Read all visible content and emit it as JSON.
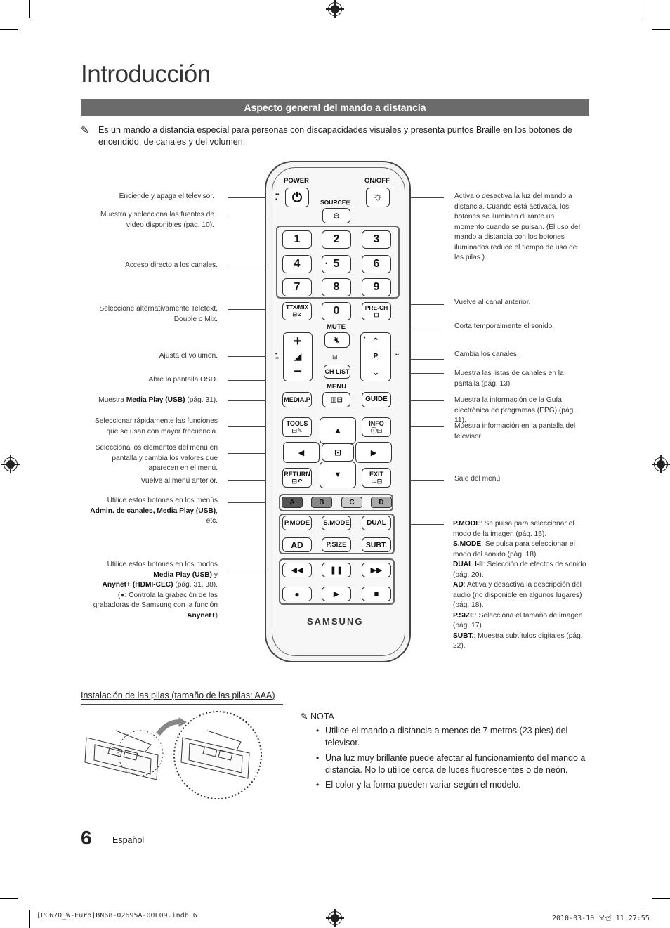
{
  "page_title": "Introducción",
  "section_header": "Aspecto general del mando a distancia",
  "intro_text": "Es un mando a distancia especial para personas con discapacidades visuales y presenta puntos Braille en los botones de encendido, de canales y del volumen.",
  "left_labels": {
    "power": "Enciende y apaga el televisor.",
    "source": "Muestra y selecciona las fuentes de vídeo disponibles (pág. 10).",
    "channels_direct": "Acceso directo a los canales.",
    "ttx": "Seleccione alternativamente Teletext, Double o Mix.",
    "volume": "Ajusta el volumen.",
    "osd": "Abre la pantalla OSD.",
    "mediap_pre": "Muestra ",
    "mediap_bold": "Media Play (USB)",
    "mediap_post": " (pág. 31).",
    "tools": "Seleccionar rápidamente las funciones que se usan con mayor frecuencia.",
    "arrows": "Selecciona los elementos del menú en pantalla y cambia los valores que aparecen en el menú.",
    "return": "Vuelve al menú anterior.",
    "color_pre": "Utilice estos botones en los menús",
    "color_bold": "Admin. de canales, Media Play (USB)",
    "color_post": "etc.",
    "media_l1": "Utilice estos botones en los modos",
    "media_l2": "Media Play (USB)",
    "media_l2b": " y",
    "media_l3": "Anynet+ (HDMI-CEC)",
    "media_l3b": " (pág. 31, 38).",
    "media_l4": "(●: Controla la grabación de las",
    "media_l5": "grabadoras de Samsung con la función",
    "media_l6": "Anynet+",
    "media_l6b": ")"
  },
  "right_labels": {
    "onoff": "Activa o desactiva la luz del mando a distancia. Cuando está activada, los botones se iluminan durante un momento cuando se pulsan. (El uso del mando a distancia con los botones iluminados reduce el tiempo de uso de las pilas.)",
    "prech": "Vuelve al canal anterior.",
    "mute": "Corta temporalmente el sonido.",
    "ch": "Cambia los canales.",
    "chlist": "Muestra las listas de canales en la pantalla (pág. 13).",
    "guide": "Muestra la información de la Guía electrónica de programas (EPG) (pág. 11).",
    "info": "Muestra información en la pantalla del televisor.",
    "exit": "Sale del menú.",
    "pmode_b": "P.MODE",
    "pmode": ": Se pulsa para seleccionar el modo de la imagen (pág. 16).",
    "smode_b": "S.MODE",
    "smode": ": Se pulsa para seleccionar el modo del sonido (pág. 18).",
    "dual_b": "DUAL I-II",
    "dual": ": Selección de efectos de sonido (pág. 20).",
    "ad_b": "AD",
    "ad": ": Activa y desactiva la descripción del audio (no disponible en algunos lugares) (pág. 18).",
    "psize_b": "P.SIZE",
    "psize": ": Selecciona el tamaño de imagen (pág. 17).",
    "subt_b": "SUBT.",
    "subt": ": Muestra subtítulos digitales (pág. 22)."
  },
  "remote": {
    "power": "POWER",
    "onoff": "ON/OFF",
    "source": "SOURCE",
    "digits": [
      "1",
      "2",
      "3",
      "4",
      "5",
      "6",
      "7",
      "8",
      "9"
    ],
    "zero": "0",
    "ttx": "TTX/MIX",
    "prech": "PRE-CH",
    "mute": "MUTE",
    "p": "P",
    "chlist": "CH LIST",
    "menu": "MENU",
    "mediap": "MEDIA.P",
    "guide": "GUIDE",
    "tools": "TOOLS",
    "info": "INFO",
    "ret": "RETURN",
    "exit": "EXIT",
    "colors": [
      "A",
      "B",
      "C",
      "D"
    ],
    "pmode": "P.MODE",
    "smode": "S.MODE",
    "dual": "DUAL",
    "ad": "AD",
    "psize": "P.SIZE",
    "subt": "SUBT.",
    "brand": "SAMSUNG"
  },
  "battery_title": "Instalación de las pilas (tamaño de las pilas: AAA)",
  "nota_title": "NOTA",
  "notes": [
    "Utilice el mando a distancia a menos de 7 metros (23 pies) del televisor.",
    "Una luz muy brillante puede afectar al funcionamiento del mando a distancia. No lo utilice cerca de luces fluorescentes o de neón.",
    "El color y la forma pueden variar según el modelo."
  ],
  "page_number": "6",
  "language": "Español",
  "footer_left": "[PC670_W-Euro]BN68-02695A-00L09.indb   6",
  "footer_right": "2010-03-10   오전 11:27:55"
}
